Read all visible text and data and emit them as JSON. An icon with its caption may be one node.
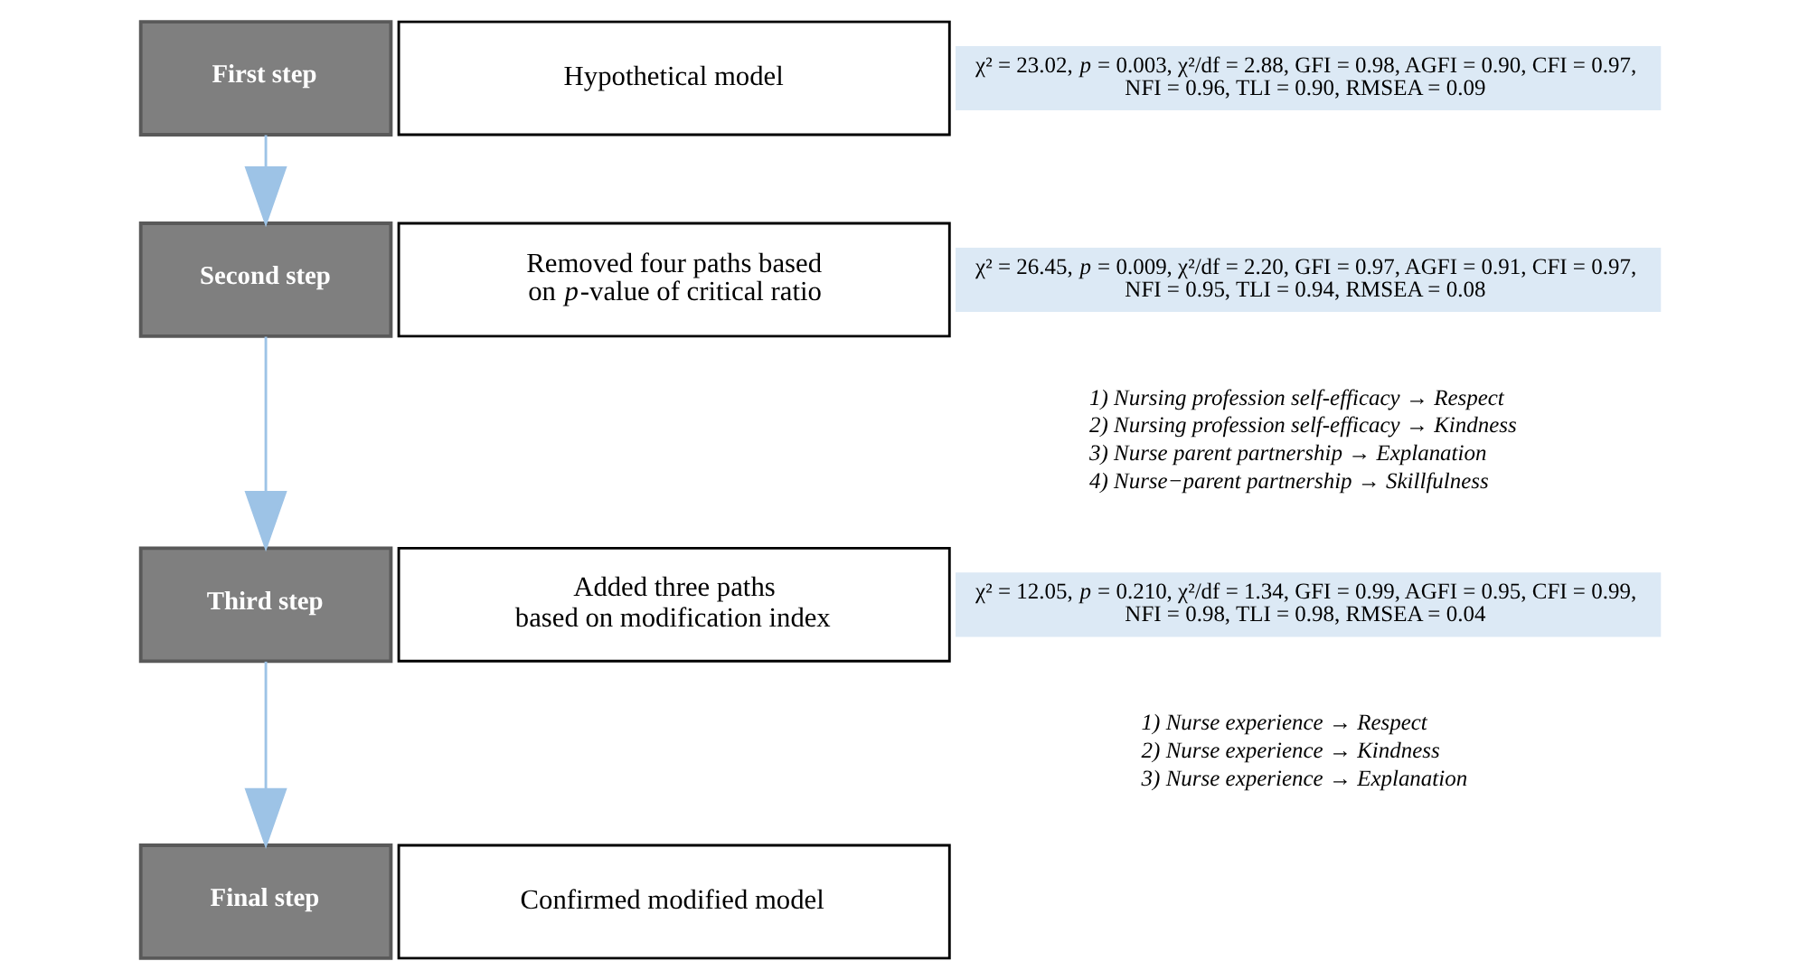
{
  "diagram": {
    "nodes": [
      {
        "text": [
          "First step"
        ]
      },
      {
        "text": [
          "Hypothetical model"
        ]
      },
      {
        "text": [
          "χ² = 23.02, *p* = 0.003, χ²/df = 2.88, GFI = 0.98, AGFI = 0.90, CFI = 0.97, NFI = 0.96, TLI = 0.90, RMSEA = 0.09"
        ]
      },
      {
        "text": [
          "Second step"
        ]
      },
      {
        "text": [
          "Removed four paths based on *p*-value of critical ratio"
        ]
      },
      {
        "text": [
          "χ² = 26.45, *p* = 0.009, χ²/df = 2.20, GFI = 0.97, AGFI = 0.91, CFI = 0.97, NFI = 0.95, TLI = 0.94, RMSEA = 0.08"
        ]
      },
      {
        "text": [
          "Third step"
        ]
      },
      {
        "text": [
          "Added three paths based on modification index"
        ]
      },
      {
        "text": [
          "χ² = 12.05, *p* = 0.210, χ²/df = 1.34, GFI = 0.99, AGFI = 0.95, CFI = 0.99, NFI = 0.98, TLI = 0.98, RMSEA = 0.04"
        ]
      },
      {
        "text": [
          "Final step"
        ]
      },
      {
        "text": [
          "Confirmed modified model"
        ]
      }
    ],
    "edges": [
      {
        "from": 0,
        "to": 3,
        "arrow": "to"
      },
      {
        "from": 3,
        "to": 6,
        "arrow": "to"
      },
      {
        "from": 6,
        "to": 9,
        "arrow": "to"
      }
    ],
    "labels": [
      "1) Nursing profession self-efficacy → Respect",
      "2) Nursing profession self-efficacy → Kindness",
      "3) Nurse parent partnership → Explanation",
      "4) Nurse−parent partnership → Skillfulness",
      "1) Nurse experience → Respect",
      "2) Nurse experience → Kindness",
      "3) Nurse experience → Explanation"
    ]
  }
}
